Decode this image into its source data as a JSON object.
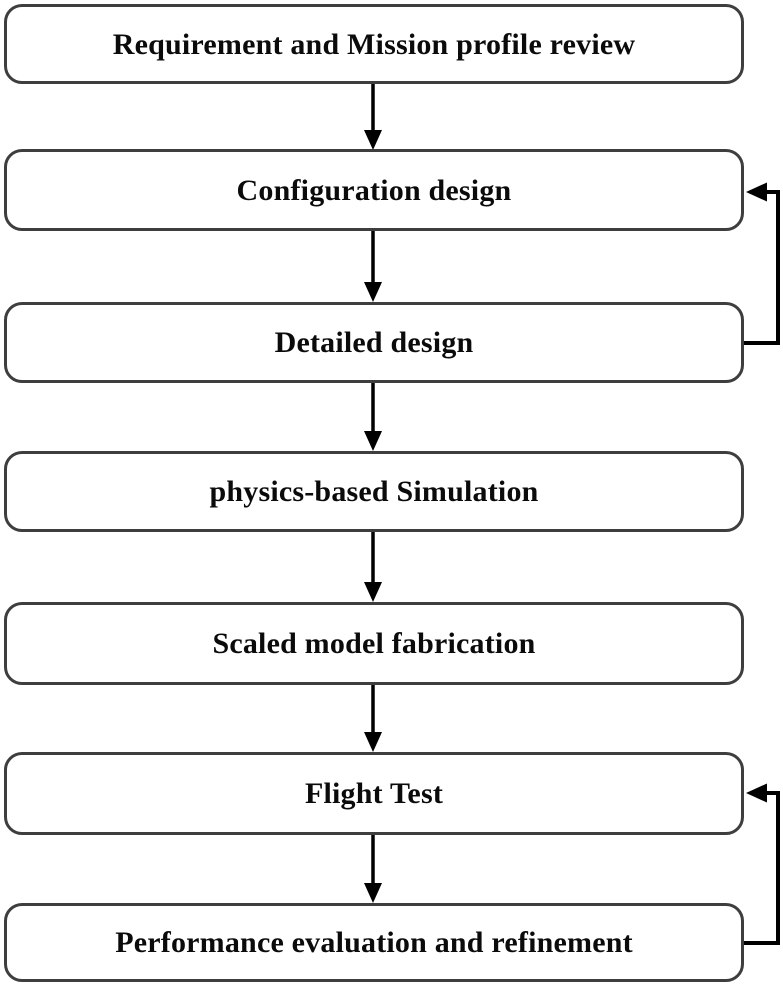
{
  "diagram": {
    "type": "flowchart",
    "nodes": [
      {
        "id": "requirement-review",
        "label": "Requirement and Mission profile review"
      },
      {
        "id": "configuration-design",
        "label": "Configuration design"
      },
      {
        "id": "detailed-design",
        "label": "Detailed design"
      },
      {
        "id": "physics-simulation",
        "label": "physics-based Simulation"
      },
      {
        "id": "scaled-model-fabrication",
        "label": "Scaled model fabrication"
      },
      {
        "id": "flight-test",
        "label": "Flight Test"
      },
      {
        "id": "performance-evaluation",
        "label": "Performance evaluation and refinement"
      }
    ],
    "edges": [
      {
        "from": "requirement-review",
        "to": "configuration-design",
        "type": "forward"
      },
      {
        "from": "configuration-design",
        "to": "detailed-design",
        "type": "forward"
      },
      {
        "from": "detailed-design",
        "to": "physics-simulation",
        "type": "forward"
      },
      {
        "from": "physics-simulation",
        "to": "scaled-model-fabrication",
        "type": "forward"
      },
      {
        "from": "scaled-model-fabrication",
        "to": "flight-test",
        "type": "forward"
      },
      {
        "from": "flight-test",
        "to": "performance-evaluation",
        "type": "forward"
      },
      {
        "from": "detailed-design",
        "to": "configuration-design",
        "type": "feedback"
      },
      {
        "from": "performance-evaluation",
        "to": "flight-test",
        "type": "feedback"
      }
    ],
    "colors": {
      "background": "#ffffff",
      "box_fill": "#ffffff",
      "box_border": "#3e3e3e",
      "arrow": "#000000",
      "text": "#0b0b0b"
    }
  }
}
